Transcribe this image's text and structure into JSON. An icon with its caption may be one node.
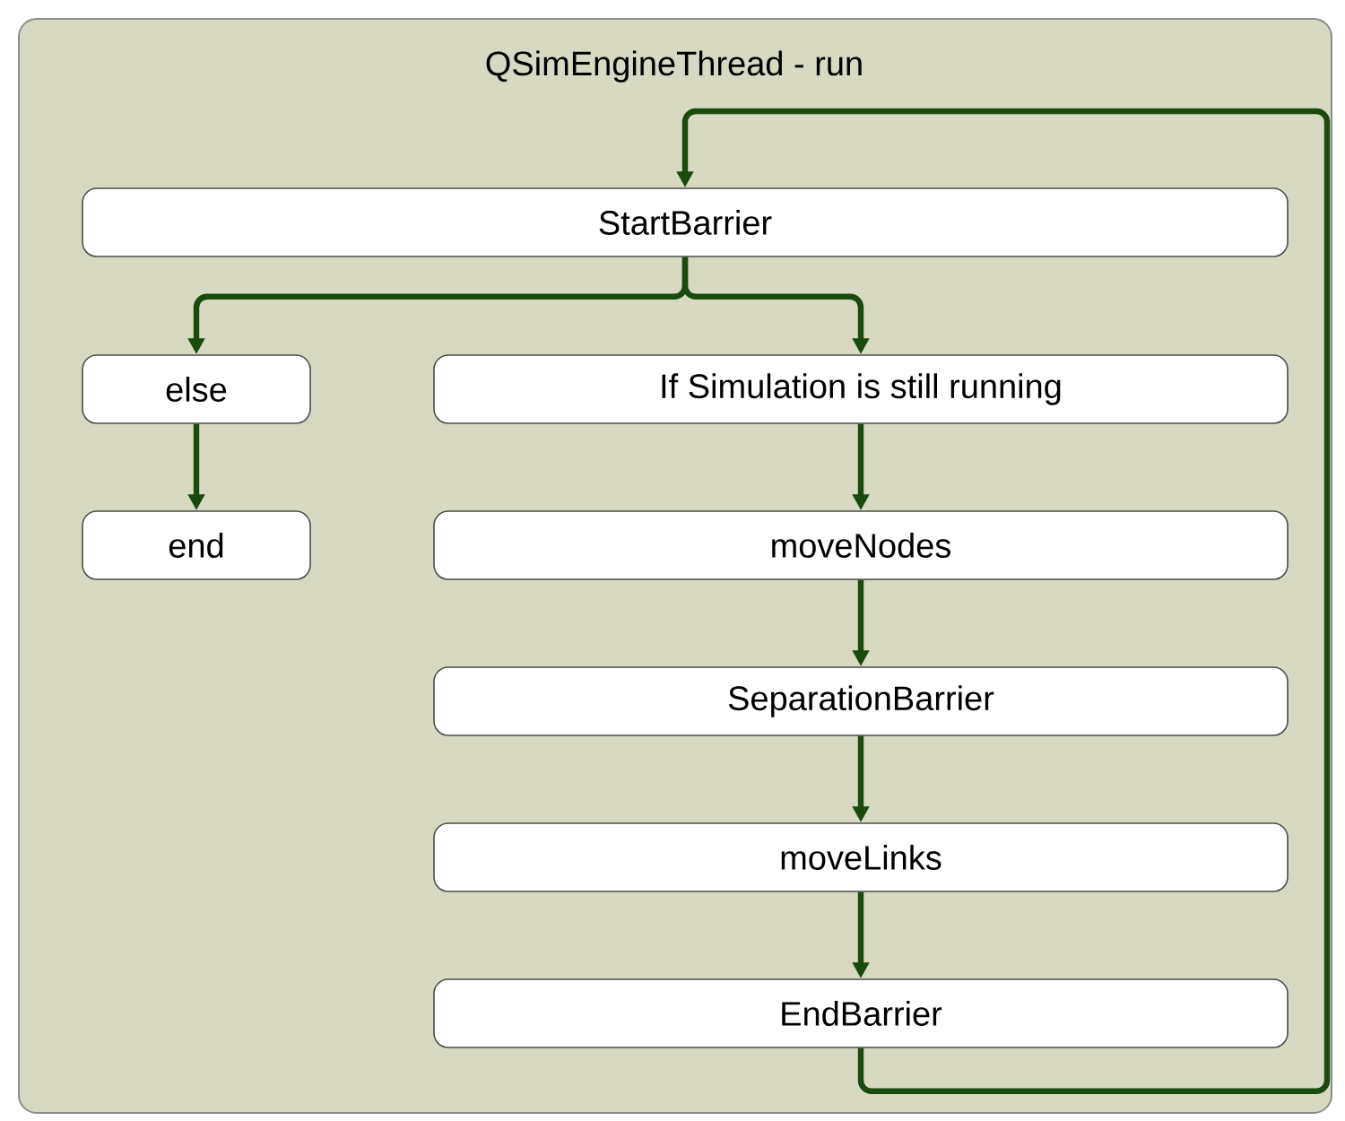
{
  "diagram": {
    "nodes": [
      {
        "text": [
          "QSimEngineThread - run"
        ]
      },
      {
        "text": [
          "StartBarrier"
        ],
        "in": 0
      },
      {
        "text": [
          "else"
        ],
        "in": 0
      },
      {
        "text": [
          "If Simulation is still running"
        ],
        "in": 0
      },
      {
        "text": [
          "end"
        ],
        "in": 0
      },
      {
        "text": [
          "moveNodes"
        ],
        "in": 0
      },
      {
        "text": [
          "SeparationBarrier"
        ],
        "in": 0
      },
      {
        "text": [
          "moveLinks"
        ],
        "in": 0
      },
      {
        "text": [
          "EndBarrier"
        ],
        "in": 0
      }
    ],
    "edges": [
      {
        "from": 1,
        "to": 2,
        "arrow": "to"
      },
      {
        "from": 1,
        "to": 3,
        "arrow": "to"
      },
      {
        "from": 2,
        "to": 4,
        "arrow": "to"
      },
      {
        "from": 3,
        "to": 5,
        "arrow": "to"
      },
      {
        "from": 5,
        "to": 6,
        "arrow": "to"
      },
      {
        "from": 6,
        "to": 7,
        "arrow": "to"
      },
      {
        "from": 7,
        "to": 8,
        "arrow": "to"
      },
      {
        "from": 8,
        "to": 1,
        "arrow": "to"
      }
    ]
  }
}
